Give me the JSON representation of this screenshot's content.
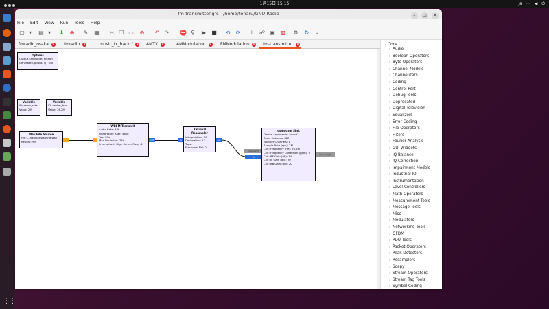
{
  "topbar": {
    "clock": "1月15日  15:15",
    "lang": "ja"
  },
  "window": {
    "title": "fm-transmitter.grc - /home/tonaru/GNU-Radio"
  },
  "menu": [
    "File",
    "Edit",
    "View",
    "Run",
    "Tools",
    "Help"
  ],
  "tabs": [
    {
      "label": "fmradio_osaka"
    },
    {
      "label": "fmradio"
    },
    {
      "label": "music_tx_hackrf"
    },
    {
      "label": "AMTX"
    },
    {
      "label": "AMModulation"
    },
    {
      "label": "FMModulation"
    },
    {
      "label": "fm-transmitter"
    }
  ],
  "blocks": {
    "options": {
      "title": "Options",
      "rows": [
        "Output Language: Python",
        "Generate Options: QT GUI"
      ]
    },
    "var1": {
      "title": "Variable",
      "rows": [
        "ID: samp_rate",
        "Value: 2M"
      ]
    },
    "var2": {
      "title": "Variable",
      "rows": [
        "ID: center_freq",
        "Value: 76.2M"
      ]
    },
    "wav": {
      "title": "Wav File Source",
      "rows": [
        "File: ...Radio/testsound.wav",
        "Repeat: Yes"
      ]
    },
    "wbfm": {
      "title": "WBFM Transmit",
      "rows": [
        "Audio Rate: 48k",
        "Quadrature Rate: 480k",
        "Tau: 75u",
        "Max Deviation: 75k",
        "Preemphasis High Corner Freq: -1"
      ]
    },
    "resampler": {
      "title": "Rational Resampler",
      "rows": [
        "Interpolation: 50",
        "Decimation: 12",
        "Taps:",
        "Fractional BW: 0"
      ]
    },
    "osmo": {
      "title": "osmocom Sink",
      "rows": [
        "Device Arguments: hackrf",
        "Sync: Unknown PPS",
        "Number Channels: 1",
        "Sample Rate (sps): 2M",
        "Ch0: Frequency (Hz): 76.2M",
        "Ch0: Frequency Correction (ppm): 0",
        "Ch0: RF Gain (dB): 14",
        "Ch0: IF Gain (dB): 20",
        "Ch0: BB Gain (dB): 20"
      ]
    }
  },
  "ports": {
    "command": "command",
    "async_msgs": "async_msgs",
    "in": "in",
    "out": "out"
  },
  "tree": {
    "root": "Core",
    "items": [
      "Audio",
      "Boolean Operators",
      "Byte Operators",
      "Channel Models",
      "Channelizers",
      "Coding",
      "Control Port",
      "Debug Tools",
      "Deprecated",
      "Digital Television",
      "Equalizers",
      "Error Coding",
      "File Operators",
      "Filters",
      "Fourier Analysis",
      "GUI Widgets",
      "IQ Balance",
      "IQ Correction",
      "Impairment Models",
      "Industrial IO",
      "Instrumentation",
      "Level Controllers",
      "Math Operators",
      "Measurement Tools",
      "Message Tools",
      "Misc",
      "Modulators",
      "Networking Tools",
      "OFDM",
      "PDU Tools",
      "Packet Operators",
      "Peak Detectors",
      "Resamplers",
      "Soapy",
      "Stream Operators",
      "Stream Tag Tools",
      "Symbol Coding"
    ]
  },
  "colors": {
    "accent": "#e95420",
    "port_float": "#f5a623",
    "port_complex": "#2a6fd6",
    "close_red": "#d4202a",
    "block_bg": "#f1ecff"
  }
}
